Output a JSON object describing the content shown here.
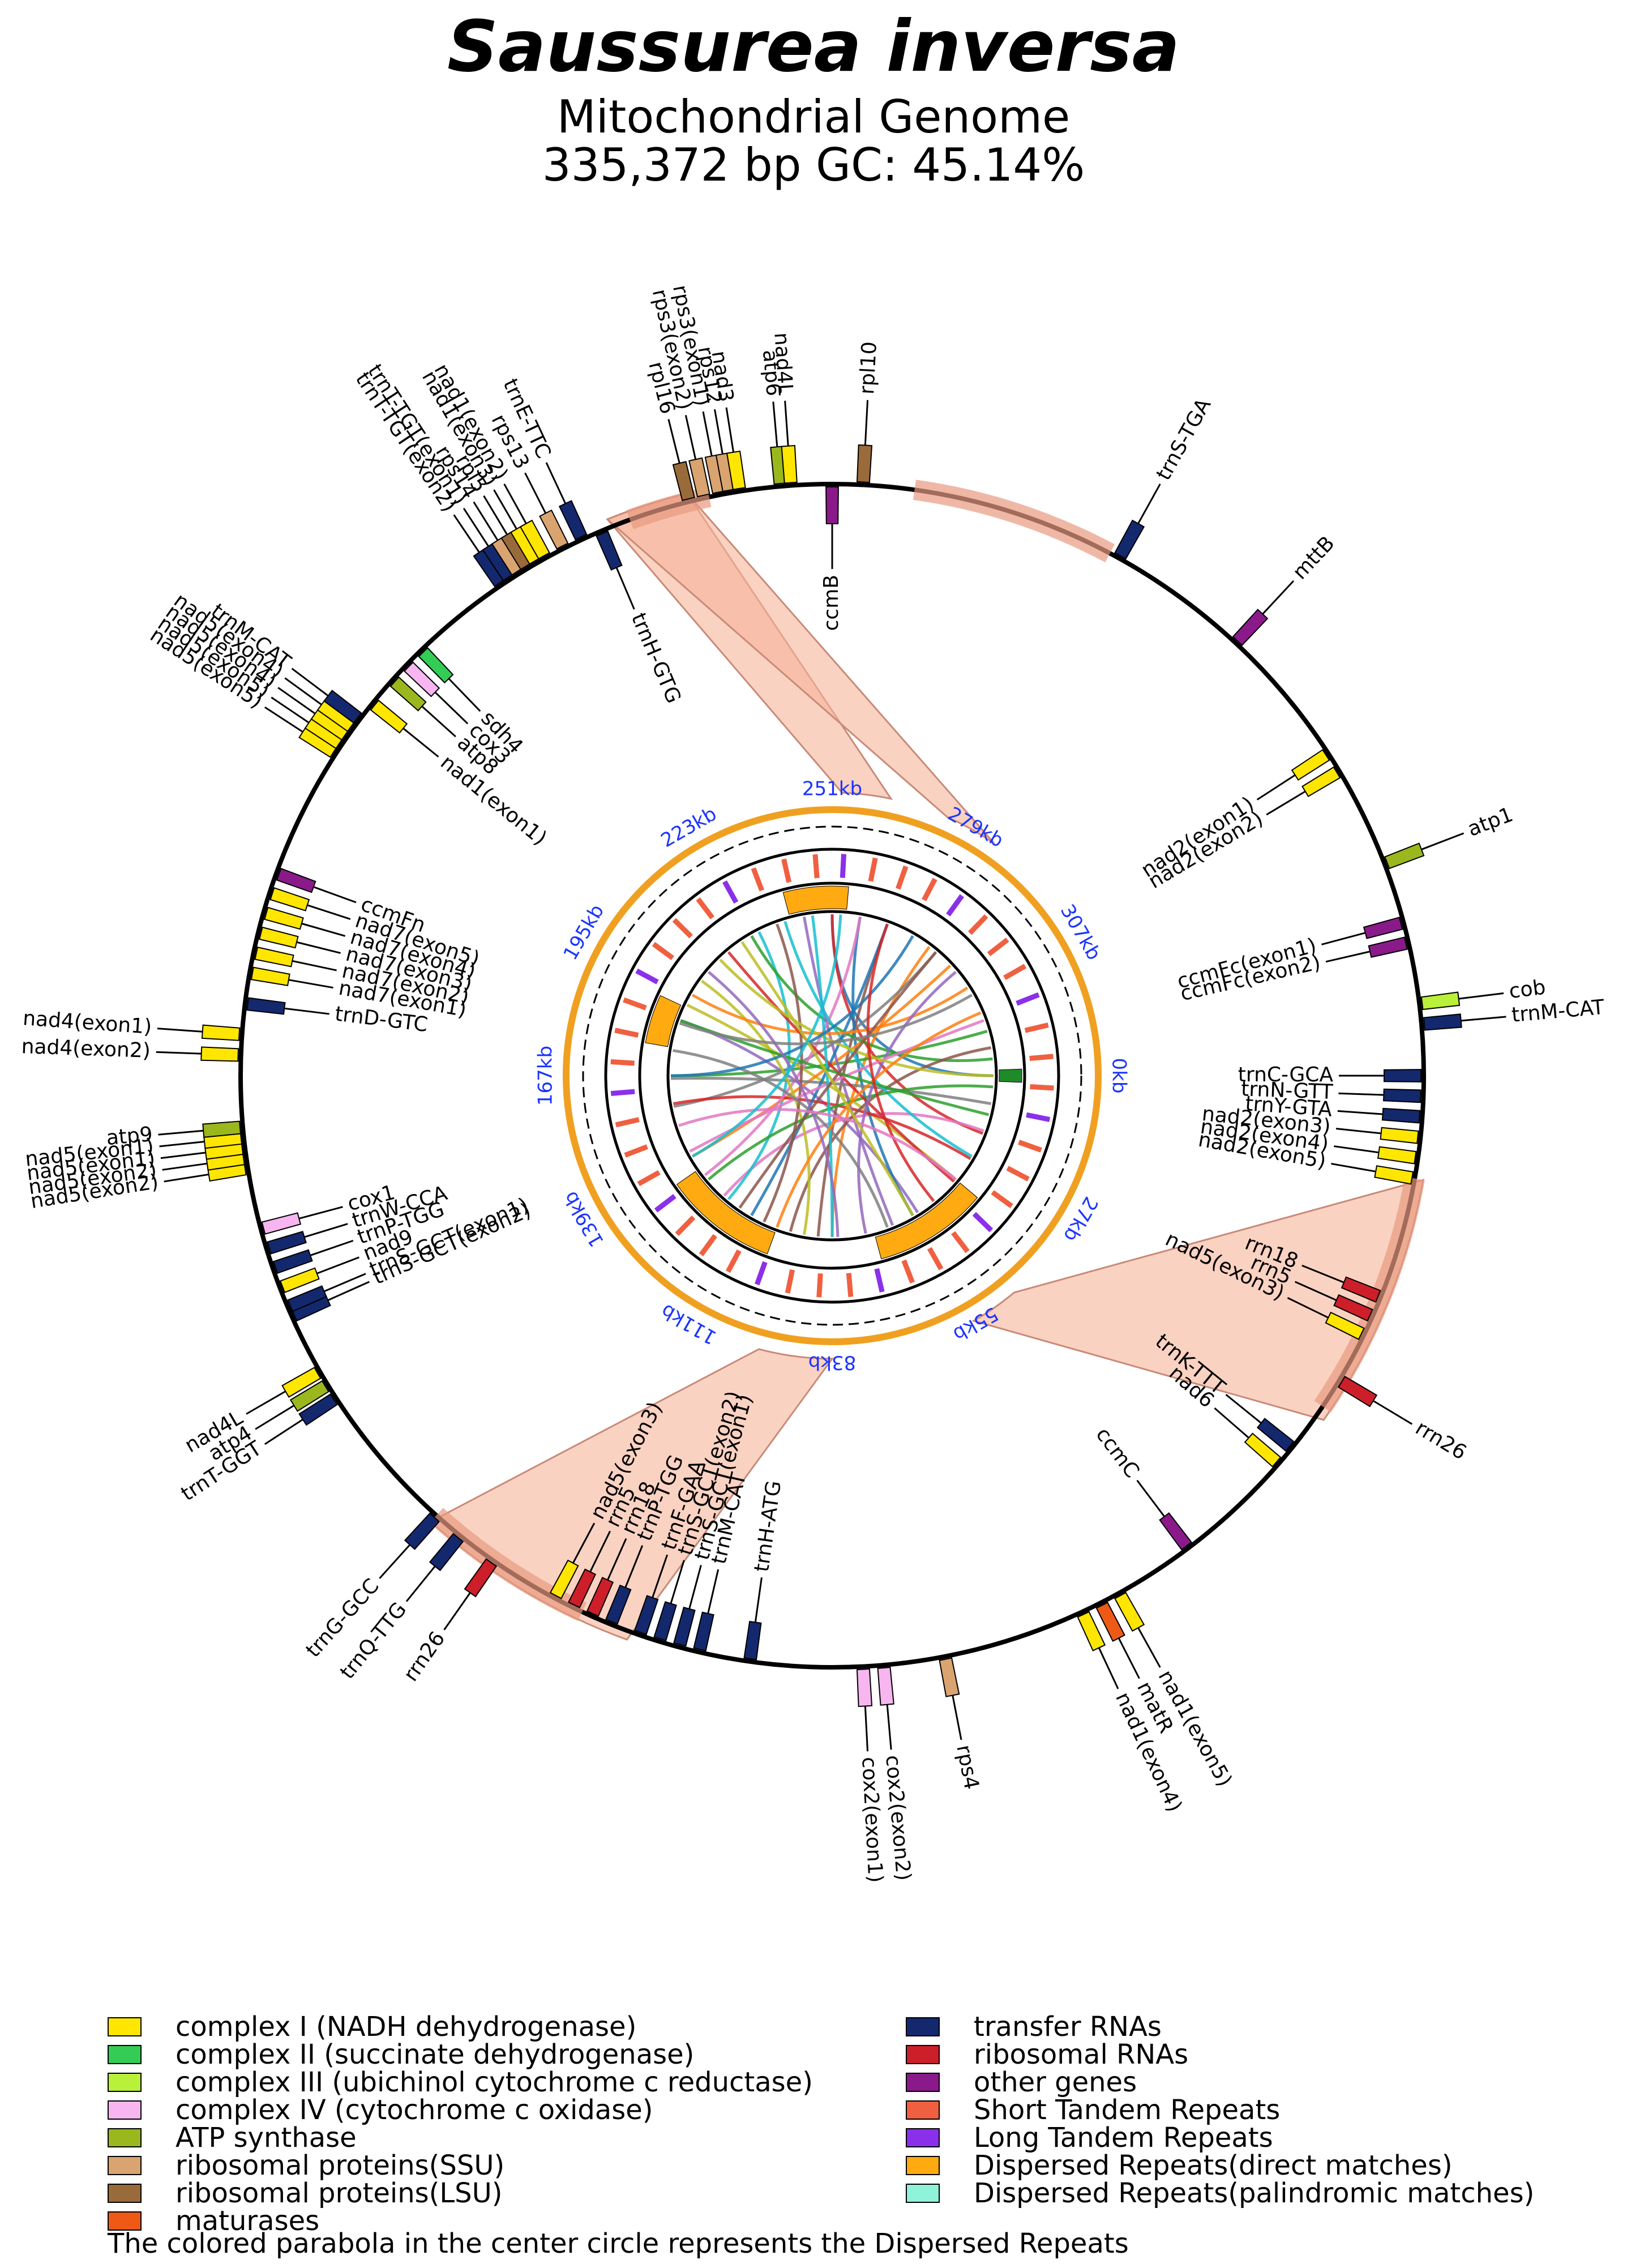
{
  "header": {
    "species": "Saussurea inversa",
    "genome_type": "Mitochondrial Genome",
    "size_gc": "335,372 bp  GC: 45.14%"
  },
  "kb_ticks": [
    "0kb",
    "27kb",
    "55kb",
    "83kb",
    "111kb",
    "139kb",
    "167kb",
    "195kb",
    "223kb",
    "251kb",
    "279kb",
    "307kb"
  ],
  "legend_left": [
    {
      "label": "complex I (NADH dehydrogenase)",
      "color": "#ffe600"
    },
    {
      "label": "complex II (succinate dehydrogenase)",
      "color": "#33cc55"
    },
    {
      "label": "complex III (ubichinol cytochrome c reductase)",
      "color": "#b8f03a"
    },
    {
      "label": "complex IV (cytochrome c oxidase)",
      "color": "#f7b6f0"
    },
    {
      "label": "ATP synthase",
      "color": "#9ab81e"
    },
    {
      "label": "ribosomal proteins(SSU)",
      "color": "#d9a470"
    },
    {
      "label": "ribosomal proteins(LSU)",
      "color": "#9a6b3a"
    },
    {
      "label": "maturases",
      "color": "#ee5a16"
    }
  ],
  "legend_right": [
    {
      "label": "transfer RNAs",
      "color": "#14286e"
    },
    {
      "label": "ribosomal RNAs",
      "color": "#cc1f2a"
    },
    {
      "label": "other genes",
      "color": "#8a1a8a"
    },
    {
      "label": "Short Tandem Repeats",
      "color": "#f06040"
    },
    {
      "label": "Long Tandem Repeats",
      "color": "#8a30ea"
    },
    {
      "label": "Dispersed Repeats(direct matches)",
      "color": "#ffaa10"
    },
    {
      "label": "Dispersed Repeats(palindromic matches)",
      "color": "#8ff3d9"
    }
  ],
  "footnote": "The colored parabola in the center circle represents the Dispersed Repeats",
  "genes": [
    {
      "label": "rpl16",
      "angle": -14,
      "cat": "lsu",
      "side": "out"
    },
    {
      "label": "rps3(exon2)",
      "angle": -12.5,
      "cat": "ssu",
      "side": "out"
    },
    {
      "label": "rps3(exon1)",
      "angle": -11,
      "cat": "ssu",
      "side": "out"
    },
    {
      "label": "rps12",
      "angle": -10,
      "cat": "ssu",
      "side": "out"
    },
    {
      "label": "nad3",
      "angle": -9,
      "cat": "c1",
      "side": "out"
    },
    {
      "label": "atp6",
      "angle": -5,
      "cat": "atp",
      "side": "out"
    },
    {
      "label": "nad4L",
      "angle": -4,
      "cat": "c1",
      "side": "out"
    },
    {
      "label": "rpl10",
      "angle": 3,
      "cat": "lsu",
      "side": "out"
    },
    {
      "label": "ccmB",
      "angle": 0,
      "cat": "other",
      "side": "in"
    },
    {
      "label": "trnE-TTC",
      "angle": -25,
      "cat": "trna",
      "side": "out"
    },
    {
      "label": "trnH-GTG",
      "angle": -23,
      "cat": "trna",
      "side": "in"
    },
    {
      "label": "trnS-TGA",
      "angle": 29,
      "cat": "trna",
      "side": "out"
    },
    {
      "label": "mttB",
      "angle": 43,
      "cat": "other",
      "side": "out"
    },
    {
      "label": "nad2(exon1)",
      "angle": 57,
      "cat": "c1",
      "side": "in"
    },
    {
      "label": "nad2(exon2)",
      "angle": 59,
      "cat": "c1",
      "side": "in"
    },
    {
      "label": "atp1",
      "angle": 69,
      "cat": "atp",
      "side": "out"
    },
    {
      "label": "ccmFc(exon1)",
      "angle": 75,
      "cat": "other",
      "side": "in"
    },
    {
      "label": "ccmFc(exon2)",
      "angle": 77,
      "cat": "other",
      "side": "in"
    },
    {
      "label": "cob",
      "angle": 83,
      "cat": "c3",
      "side": "out"
    },
    {
      "label": "trnM-CAT",
      "angle": 85,
      "cat": "trna",
      "side": "out"
    },
    {
      "label": "trnC-GCA",
      "angle": 90,
      "cat": "trna",
      "side": "in"
    },
    {
      "label": "trnN-GTT",
      "angle": 92,
      "cat": "trna",
      "side": "in"
    },
    {
      "label": "trnY-GTA",
      "angle": 94,
      "cat": "trna",
      "side": "in"
    },
    {
      "label": "nad2(exon3)",
      "angle": 96,
      "cat": "c1",
      "side": "in"
    },
    {
      "label": "nad2(exon4)",
      "angle": 98,
      "cat": "c1",
      "side": "in"
    },
    {
      "label": "nad2(exon5)",
      "angle": 100,
      "cat": "c1",
      "side": "in"
    },
    {
      "label": "rrn18",
      "angle": 112,
      "cat": "rrna",
      "side": "in"
    },
    {
      "label": "rrn5",
      "angle": 114,
      "cat": "rrna",
      "side": "in"
    },
    {
      "label": "nad5(exon3)",
      "angle": 116,
      "cat": "c1",
      "side": "in"
    },
    {
      "label": "rrn26",
      "angle": 121,
      "cat": "rrna",
      "side": "out"
    },
    {
      "label": "trnK-TTT",
      "angle": 129,
      "cat": "trna",
      "side": "in"
    },
    {
      "label": "nad6",
      "angle": 131,
      "cat": "c1",
      "side": "in"
    },
    {
      "label": "ccmC",
      "angle": 143,
      "cat": "other",
      "side": "in"
    },
    {
      "label": "nad1(exon5)",
      "angle": 151,
      "cat": "c1",
      "side": "out"
    },
    {
      "label": "matR",
      "angle": 153,
      "cat": "mat",
      "side": "out"
    },
    {
      "label": "nad1(exon4)",
      "angle": 155,
      "cat": "c1",
      "side": "out"
    },
    {
      "label": "rps4",
      "angle": 169,
      "cat": "ssu",
      "side": "out"
    },
    {
      "label": "cox2(exon2)",
      "angle": 175,
      "cat": "c4",
      "side": "out"
    },
    {
      "label": "cox2(exon1)",
      "angle": 177,
      "cat": "c4",
      "side": "out"
    },
    {
      "label": "trnH-ATG",
      "angle": 188,
      "cat": "trna",
      "side": "in"
    },
    {
      "label": "trnM-CAT",
      "angle": 193,
      "cat": "trna",
      "side": "in"
    },
    {
      "label": "trnS-GCT(exon1)",
      "angle": 195,
      "cat": "trna",
      "side": "in"
    },
    {
      "label": "trnS-GCT(exon2)",
      "angle": 197,
      "cat": "trna",
      "side": "in"
    },
    {
      "label": "trnF-GAA",
      "angle": 199,
      "cat": "trna",
      "side": "in"
    },
    {
      "label": "trnP-TGG",
      "angle": 202,
      "cat": "trna",
      "side": "in"
    },
    {
      "label": "rrn18",
      "angle": 204,
      "cat": "rrna",
      "side": "in"
    },
    {
      "label": "rrn5",
      "angle": 206,
      "cat": "rrna",
      "side": "in"
    },
    {
      "label": "nad5(exon3)",
      "angle": 208,
      "cat": "c1",
      "side": "in"
    },
    {
      "label": "rrn26",
      "angle": 215,
      "cat": "rrna",
      "side": "out"
    },
    {
      "label": "trnQ-TTG",
      "angle": 219,
      "cat": "trna",
      "side": "out"
    },
    {
      "label": "trnG-GCC",
      "angle": 222,
      "cat": "trna",
      "side": "out"
    },
    {
      "label": "trnT-GGT",
      "angle": 237,
      "cat": "trna",
      "side": "out"
    },
    {
      "label": "atp4",
      "angle": 238.5,
      "cat": "atp",
      "side": "out"
    },
    {
      "label": "nad4L",
      "angle": 240,
      "cat": "c1",
      "side": "out"
    },
    {
      "label": "nad9",
      "angle": 249,
      "cat": "c1",
      "side": "in"
    },
    {
      "label": "trnS-GCT(exon2)",
      "angle": 246,
      "cat": "trna",
      "side": "in"
    },
    {
      "label": "trnS-GCT(exon1)",
      "angle": 247,
      "cat": "trna",
      "side": "in"
    },
    {
      "label": "trnP-TGG",
      "angle": 251,
      "cat": "trna",
      "side": "in"
    },
    {
      "label": "trnW-CCA",
      "angle": 253,
      "cat": "trna",
      "side": "in"
    },
    {
      "label": "cox1",
      "angle": 255,
      "cat": "c4",
      "side": "in"
    },
    {
      "label": "nad5(exon2)",
      "angle": 261,
      "cat": "c1",
      "side": "out"
    },
    {
      "label": "nad5(exon2)",
      "angle": 262,
      "cat": "c1",
      "side": "out"
    },
    {
      "label": "nad5(exon1)",
      "angle": 263,
      "cat": "c1",
      "side": "out"
    },
    {
      "label": "nad5(exon1)",
      "angle": 264,
      "cat": "c1",
      "side": "out"
    },
    {
      "label": "atp9",
      "angle": 265,
      "cat": "atp",
      "side": "out"
    },
    {
      "label": "nad4(exon2)",
      "angle": 272,
      "cat": "c1",
      "side": "out"
    },
    {
      "label": "nad4(exon1)",
      "angle": 274,
      "cat": "c1",
      "side": "out"
    },
    {
      "label": "trnD-GTC",
      "angle": 277,
      "cat": "trna",
      "side": "in"
    },
    {
      "label": "nad7(exon1)",
      "angle": 280,
      "cat": "c1",
      "side": "in"
    },
    {
      "label": "nad7(exon2)",
      "angle": 282,
      "cat": "c1",
      "side": "in"
    },
    {
      "label": "nad7(exon3)",
      "angle": 284,
      "cat": "c1",
      "side": "in"
    },
    {
      "label": "nad7(exon4)",
      "angle": 286,
      "cat": "c1",
      "side": "in"
    },
    {
      "label": "nad7(exon5)",
      "angle": 288,
      "cat": "c1",
      "side": "in"
    },
    {
      "label": "ccmFn",
      "angle": 290,
      "cat": "other",
      "side": "in"
    },
    {
      "label": "nad5(exon5)",
      "angle": 303,
      "cat": "c1",
      "side": "out"
    },
    {
      "label": "nad5(exon5)",
      "angle": 304,
      "cat": "c1",
      "side": "out"
    },
    {
      "label": "nad5(exon4)",
      "angle": 305,
      "cat": "c1",
      "side": "out"
    },
    {
      "label": "nad5(exon4)",
      "angle": 306,
      "cat": "c1",
      "side": "out"
    },
    {
      "label": "trnM-CAT",
      "angle": 307,
      "cat": "trna",
      "side": "out"
    },
    {
      "label": "nad1(exon1)",
      "angle": 309,
      "cat": "c1",
      "side": "in"
    },
    {
      "label": "atp8",
      "angle": 312,
      "cat": "atp",
      "side": "in"
    },
    {
      "label": "cox3",
      "angle": 314,
      "cat": "c4",
      "side": "in"
    },
    {
      "label": "sdh4",
      "angle": 316,
      "cat": "c2",
      "side": "in"
    },
    {
      "label": "trnT-TGT(exon2)",
      "angle": 326,
      "cat": "trna",
      "side": "out"
    },
    {
      "label": "trnT-TGT(exon1)",
      "angle": 327,
      "cat": "trna",
      "side": "out"
    },
    {
      "label": "rps14",
      "angle": 328,
      "cat": "ssu",
      "side": "out"
    },
    {
      "label": "rpl5",
      "angle": 329,
      "cat": "lsu",
      "side": "out"
    },
    {
      "label": "nad1(exon3)",
      "angle": 330,
      "cat": "c1",
      "side": "out"
    },
    {
      "label": "nad1(exon2)",
      "angle": 331,
      "cat": "c1",
      "side": "out"
    },
    {
      "label": "rps13",
      "angle": 333,
      "cat": "ssu",
      "side": "out"
    }
  ]
}
